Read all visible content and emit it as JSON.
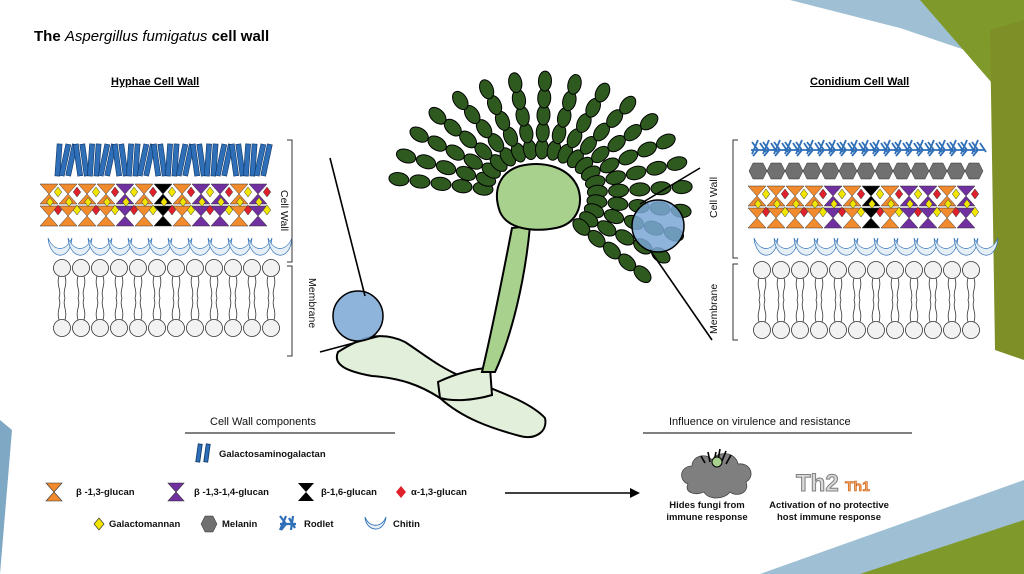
{
  "title": {
    "prefix": "The ",
    "italic": "Aspergillus fumigatus",
    "suffix": " cell wall"
  },
  "hyphae": {
    "heading": "Hyphae Cell Wall",
    "cell_wall_label": "Cell Wall",
    "membrane_label": "Membrane"
  },
  "conidium": {
    "heading": "Conidium Cell Wall",
    "cell_wall_label": "Cell Wall",
    "membrane_label": "Membrane"
  },
  "components": {
    "heading": "Cell Wall components",
    "items": {
      "gag": "Galactosaminogalactan",
      "b13": "β -1,3-glucan",
      "b134": "β -1,3-1,4-glucan",
      "b16": "β-1,6-glucan",
      "a13": "α-1,3-glucan",
      "galactomannan": "Galactomannan",
      "melanin": "Melanin",
      "rodlet": "Rodlet",
      "chitin": "Chitin"
    }
  },
  "influence": {
    "heading": "Influence on virulence and resistance",
    "hides_line1": "Hides fungi from",
    "hides_line2": "immune response",
    "th2": "Th2",
    "th1": "Th1",
    "activation_line1": "Activation of no protective",
    "activation_line2": "host immune response"
  },
  "colors": {
    "orange": "#f28a2e",
    "purple": "#7030a0",
    "red": "#e0202a",
    "yellow": "#f2e600",
    "blue": "#2e6fb7",
    "melanin": "#707070",
    "dark_green": "#2f5a1f",
    "light_green": "#a9d18e",
    "pale_green": "#e2efda",
    "accent_green": "#7f8f28",
    "accent_blue": "#8fb4cc"
  }
}
